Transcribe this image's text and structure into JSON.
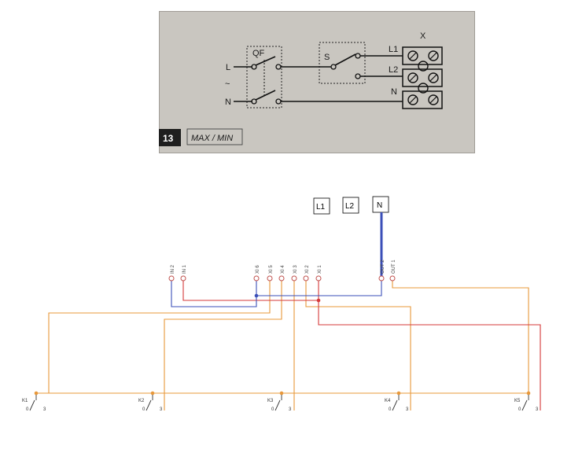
{
  "photo": {
    "labels": {
      "qf": "QF",
      "s": "S",
      "l": "L",
      "n": "N",
      "tilde": "~",
      "x": "X",
      "l1": "L1",
      "l2": "L2",
      "n_out": "N"
    },
    "caption_number": "13",
    "caption_text": "MAX / MIN"
  },
  "wiring": {
    "terminal_boxes": [
      "L1",
      "L2",
      "N"
    ],
    "connector_pins": [
      "IN 2",
      "IN 1",
      "XI 6",
      "XI 5",
      "XI 4",
      "XI 3",
      "XI 2",
      "XI 1",
      "OUT 2",
      "OUT 1"
    ],
    "switches": [
      {
        "name": "K1",
        "left": "0",
        "right": "3"
      },
      {
        "name": "K2",
        "left": "0",
        "right": "3"
      },
      {
        "name": "K3",
        "left": "0",
        "right": "3"
      },
      {
        "name": "K4",
        "left": "0",
        "right": "3"
      },
      {
        "name": "K5",
        "left": "0",
        "right": "3"
      }
    ],
    "colors": {
      "orange": "#e8983a",
      "red": "#d63a3a",
      "blue": "#3b4fb8",
      "pin": "#c0504d"
    }
  }
}
